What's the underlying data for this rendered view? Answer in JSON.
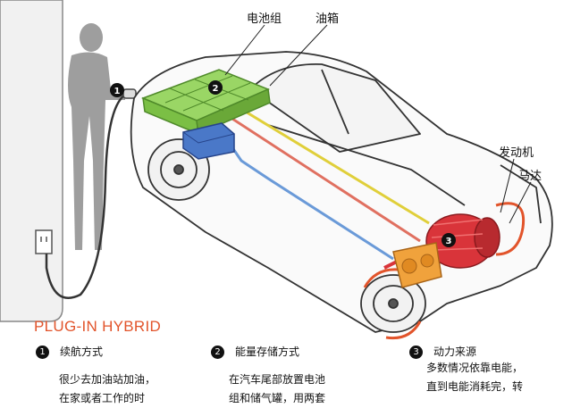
{
  "labels": {
    "battery": "电池组",
    "fuel_tank": "油箱",
    "engine": "发动机",
    "motor": "马达"
  },
  "markers": [
    "1",
    "2",
    "3"
  ],
  "title": "PLUG-IN HYBRID",
  "sections": [
    {
      "num": "1",
      "heading": "续航方式",
      "lines": [
        "很少去加油站加油，",
        "在家或者工作的时"
      ]
    },
    {
      "num": "2",
      "heading": "能量存储方式",
      "lines": [
        "在汽车尾部放置电池",
        "组和储气罐，用两套"
      ]
    },
    {
      "num": "3",
      "heading": "动力来源",
      "lines": [
        "多数情况依靠电能，",
        "直到电能消耗完，转"
      ]
    }
  ],
  "colors": {
    "battery": "#8fcf5a",
    "fuel_tank": "#4a78c8",
    "motor": "#d9343a",
    "engine": "#f0a23c",
    "title": "#e2542b",
    "person": "#9a9a9a"
  }
}
